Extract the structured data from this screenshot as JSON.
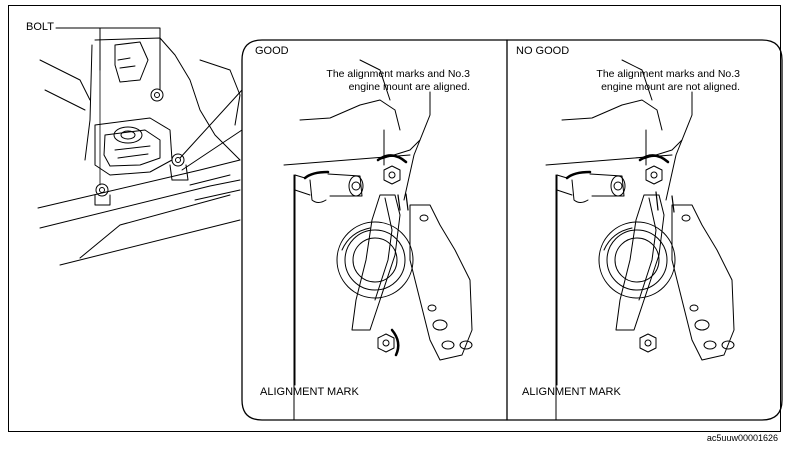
{
  "labels": {
    "bolt": "BOLT",
    "good_title": "GOOD",
    "nogood_title": "NO GOOD",
    "good_caption_line1": "The alignment marks and No.3",
    "good_caption_line2": "engine mount are aligned.",
    "nogood_caption_line1": "The alignment marks and No.3",
    "nogood_caption_line2": "engine mount are not aligned.",
    "alignment_mark_left": "ALIGNMENT MARK",
    "alignment_mark_right": "ALIGNMENT MARK",
    "figure_code": "ac5uuw00001626"
  }
}
